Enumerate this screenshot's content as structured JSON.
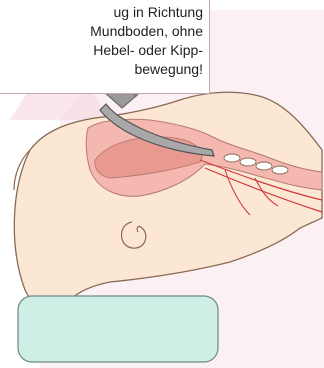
{
  "callout": {
    "lines": [
      "ug in Richtung",
      "Mundboden, ohne",
      "Hebel- oder Kipp-",
      "bewegung!"
    ]
  },
  "colors": {
    "skin_fill": "#fbe7d4",
    "skin_outline": "#8a6a55",
    "airway_pink": "#f4b8b0",
    "vessel_red": "#d0393b",
    "pillow": "#cfeee6",
    "instrument": "#b8b8b8",
    "arrow": "#e0326a",
    "callout_border": "#c9a3b6",
    "background_pink": "#f9e9ee"
  },
  "icons": {
    "arrow": "direction-arrow-icon",
    "instrument": "laryngoscope-icon"
  }
}
